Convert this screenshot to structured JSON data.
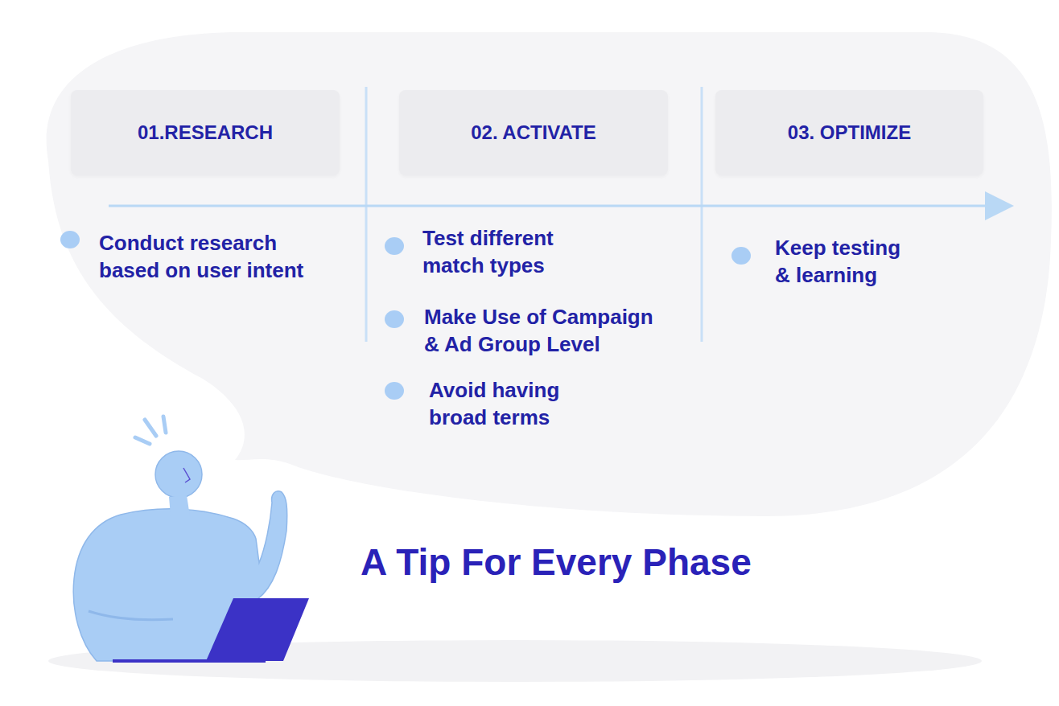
{
  "diagram": {
    "title": "A Tip For Every Phase",
    "nodes": [
      {
        "text": [
          "01.RESEARCH"
        ]
      },
      {
        "text": [
          "02. ACTIVATE"
        ]
      },
      {
        "text": [
          "03. OPTIMIZE"
        ]
      }
    ],
    "labels": [
      "Conduct research based on user intent",
      "Test different match types",
      "Make Use of Campaign & Ad Group Level",
      "Avoid having broad terms",
      "Keep testing & learning"
    ]
  }
}
